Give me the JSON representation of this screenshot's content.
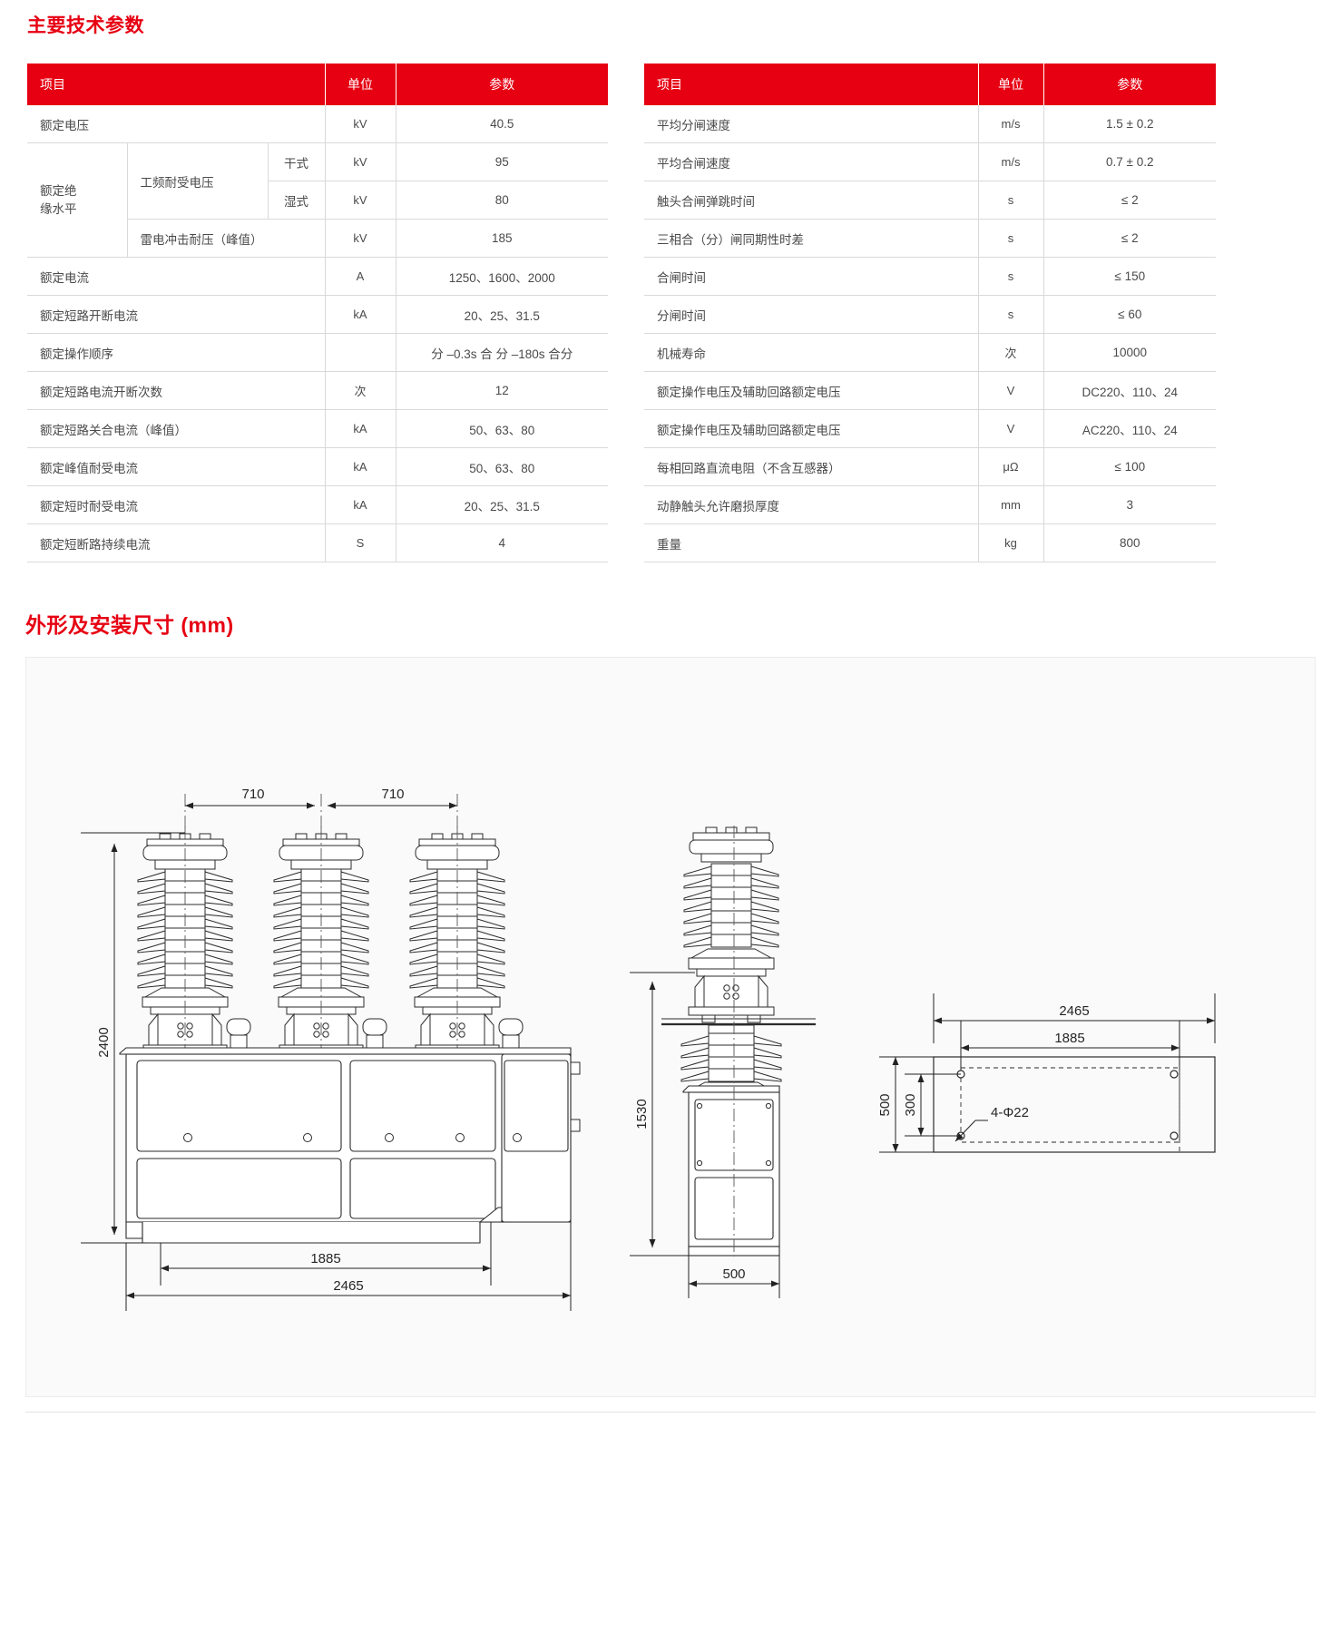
{
  "sections": {
    "specs_title": "主要技术参数",
    "dimensions_title": "外形及安装尺寸 (mm)"
  },
  "brand": {
    "accent": "#e60012",
    "header_text": "#ffffff",
    "body_text": "#4a4a4a",
    "rule": "#d9d9d9"
  },
  "left_table": {
    "headers": {
      "item": "项目",
      "unit": "单位",
      "param": "参数"
    },
    "rows": [
      {
        "item": "额定电压",
        "unit": "kV",
        "value": "40.5"
      },
      {
        "item": "额定绝缘水平",
        "sub": "工频耐受电压",
        "sub2": "干式",
        "unit": "kV",
        "value": "95"
      },
      {
        "sub2": "湿式",
        "unit": "kV",
        "value": "80"
      },
      {
        "sub": "雷电冲击耐压（峰值）",
        "unit": "kV",
        "value": "185"
      },
      {
        "item": "额定电流",
        "unit": "A",
        "value": "1250、1600、2000"
      },
      {
        "item": "额定短路开断电流",
        "unit": "kA",
        "value": "20、25、31.5"
      },
      {
        "item": "额定操作顺序",
        "unit": "",
        "value": "分 –0.3s 合  分 –180s 合分"
      },
      {
        "item": "额定短路电流开断次数",
        "unit": "次",
        "value": "12"
      },
      {
        "item": "额定短路关合电流（峰值）",
        "unit": "kA",
        "value": "50、63、80"
      },
      {
        "item": "额定峰值耐受电流",
        "unit": "kA",
        "value": "50、63、80"
      },
      {
        "item": "额定短时耐受电流",
        "unit": "kA",
        "value": "20、25、31.5"
      },
      {
        "item": "额定短断路持续电流",
        "unit": "S",
        "value": "4"
      }
    ],
    "group_label": "额定绝\n缘水平",
    "group_label_line1": "额定绝",
    "group_label_line2": "缘水平",
    "fw_label": "工频耐受电压",
    "dry_label": "干式",
    "wet_label": "湿式",
    "lightning_label": "雷电冲击耐压（峰值）"
  },
  "right_table": {
    "headers": {
      "item": "项目",
      "unit": "单位",
      "param": "参数"
    },
    "rows": [
      {
        "item": "平均分闸速度",
        "unit": "m/s",
        "value": "1.5 ± 0.2"
      },
      {
        "item": "平均合闸速度",
        "unit": "m/s",
        "value": "0.7 ± 0.2"
      },
      {
        "item": "触头合闸弹跳时间",
        "unit": "s",
        "value": "≤ 2"
      },
      {
        "item": "三相合（分）闸同期性时差",
        "unit": "s",
        "value": "≤ 2"
      },
      {
        "item": "合闸时间",
        "unit": "s",
        "value": "≤ 150"
      },
      {
        "item": "分闸时间",
        "unit": "s",
        "value": "≤ 60"
      },
      {
        "item": "机械寿命",
        "unit": "次",
        "value": "10000"
      },
      {
        "item": "额定操作电压及辅助回路额定电压",
        "unit": "V",
        "value": "DC220、110、24"
      },
      {
        "item": "额定操作电压及辅助回路额定电压",
        "unit": "V",
        "value": "AC220、110、24"
      },
      {
        "item": "每相回路直流电阻（不含互感器）",
        "unit": "μΩ",
        "value": "≤ 100"
      },
      {
        "item": "动静触头允许磨损厚度",
        "unit": "mm",
        "value": "3"
      },
      {
        "item": "重量",
        "unit": "kg",
        "value": "800"
      }
    ]
  },
  "drawing": {
    "front_view": {
      "pole_pitch_1": "710",
      "pole_pitch_2": "710",
      "height": "2400",
      "base_inner_width": "1885",
      "base_outer_width": "2465"
    },
    "side_view": {
      "height": "1530",
      "depth": "500"
    },
    "plan_view": {
      "outer_length": "2465",
      "hole_span_length": "1885",
      "outer_depth": "500",
      "hole_span_depth": "300",
      "hole_callout": "4-Φ22"
    }
  }
}
